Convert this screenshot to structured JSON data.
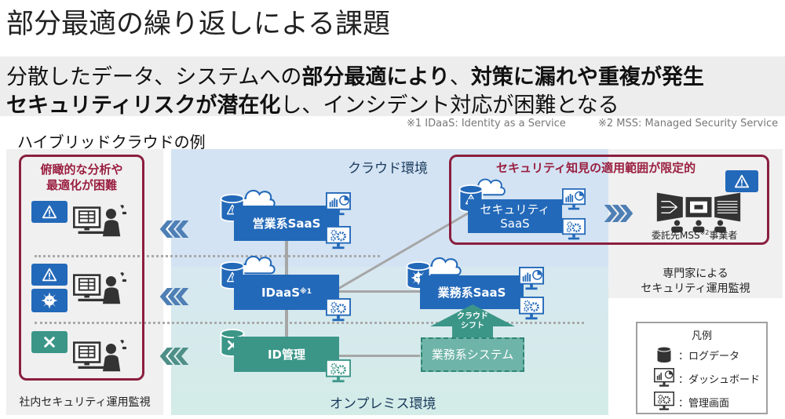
{
  "header": {
    "title": "部分最適の繰り返しによる課題",
    "subtitle_line1": {
      "normal_a": "分散したデータ、システムへの",
      "bold_a": "部分最適により",
      "normal_b": "、",
      "bold_b": "対策に漏れや重複が発生"
    },
    "subtitle_line2": {
      "bold_a": "セキュリティリスクが潜在化",
      "normal_a": "し、インシデント対応が困難となる"
    },
    "notes": [
      "※1 IDaaS: Identity as a Service",
      "※2 MSS: Managed Security Service"
    ]
  },
  "diagram": {
    "section_title": "ハイブリッドクラウドの例",
    "left_panel": {
      "problem": [
        "俯瞰的な分析や",
        "最適化が困難"
      ],
      "caption": "社内セキュリティ運用監視",
      "rows": [
        {
          "alerts": [
            "warning-icon"
          ],
          "alert_color": "#2369b9"
        },
        {
          "alerts": [
            "warning-icon",
            "virus-icon"
          ],
          "alert_color": "#2369b9"
        },
        {
          "alerts": [
            "cross-icon"
          ],
          "alert_color": "#3b9688"
        }
      ]
    },
    "cloud_env": {
      "label": "クラウド環境"
    },
    "onprem_env": {
      "label": "オンプレミス環境"
    },
    "services": {
      "sales_saas": {
        "label": "営業系SaaS",
        "log_status": "warning"
      },
      "idaas": {
        "label": "IDaaS",
        "sup": "※1",
        "log_status": "warning"
      },
      "id_mgmt": {
        "label": "ID管理",
        "log_status": "error"
      },
      "business_saas": {
        "label": "業務系SaaS",
        "log_status": "virus"
      },
      "business_system": {
        "label": "業務系システム"
      },
      "security_saas": {
        "label_line1": "セキュリティ",
        "label_line2": "SaaS",
        "log_status": "warning"
      }
    },
    "cloud_shift": {
      "line1": "クラウド",
      "line2": "シフト"
    },
    "security_box": {
      "title": "セキュリティ知見の適用範囲が限定的",
      "mss_label": "委託先MSS",
      "mss_sup": "※2",
      "mss_suffix": "事業者"
    },
    "right_panel": {
      "caption_line1": "専門家による",
      "caption_line2": "セキュリティ運用監視"
    },
    "legend": {
      "title": "凡例",
      "items": [
        {
          "icon": "database-icon",
          "label": "：ログデータ"
        },
        {
          "icon": "dashboard-icon",
          "label": "：ダッシュボード"
        },
        {
          "icon": "admin-screen-icon",
          "label": "：管理画面"
        }
      ]
    },
    "colors": {
      "cloud_blue": "#2369b9",
      "onprem_green": "#3b9688",
      "alert_red": "#8a1f3f",
      "cloud_bg": "#d3e3f3"
    }
  }
}
